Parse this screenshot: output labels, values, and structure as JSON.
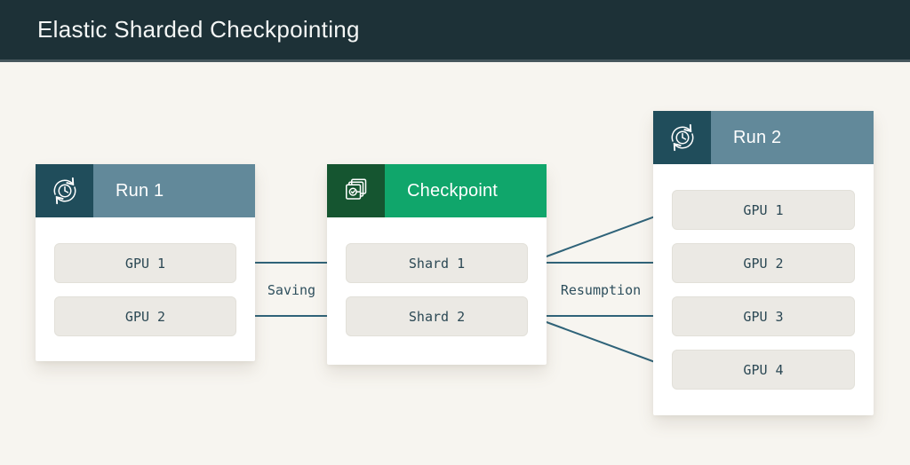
{
  "header": {
    "title": "Elastic Sharded Checkpointing"
  },
  "cards": {
    "run1": {
      "title": "Run 1",
      "icon": "clock-sync-icon",
      "items": [
        "GPU 1",
        "GPU 2"
      ]
    },
    "checkpoint": {
      "title": "Checkpoint",
      "icon": "checkpoint-stack-icon",
      "items": [
        "Shard 1",
        "Shard 2"
      ]
    },
    "run2": {
      "title": "Run 2",
      "icon": "clock-sync-icon",
      "items": [
        "GPU 1",
        "GPU 2",
        "GPU 3",
        "GPU 4"
      ]
    }
  },
  "edges": {
    "saving_label": "Saving",
    "resumption_label": "Resumption",
    "connections": [
      {
        "from": "Run 1 / GPU 1",
        "to": "Checkpoint / Shard 1",
        "group": "Saving"
      },
      {
        "from": "Run 1 / GPU 2",
        "to": "Checkpoint / Shard 2",
        "group": "Saving"
      },
      {
        "from": "Checkpoint / Shard 1",
        "to": "Run 2 / GPU 1",
        "group": "Resumption"
      },
      {
        "from": "Checkpoint / Shard 1",
        "to": "Run 2 / GPU 2",
        "group": "Resumption"
      },
      {
        "from": "Checkpoint / Shard 2",
        "to": "Run 2 / GPU 3",
        "group": "Resumption"
      },
      {
        "from": "Checkpoint / Shard 2",
        "to": "Run 2 / GPU 4",
        "group": "Resumption"
      }
    ]
  },
  "colors": {
    "topbar_bg": "#1d3137",
    "page_bg": "#f7f5f0",
    "card_bg": "#ffffff",
    "run_header_bg": "#62899a",
    "run_icon_bg": "#204d5b",
    "checkpoint_header_bg": "#10a66b",
    "checkpoint_icon_bg": "#155530",
    "item_bg": "#ebe9e4",
    "item_text": "#2b4854",
    "arrow": "#2f6379"
  }
}
